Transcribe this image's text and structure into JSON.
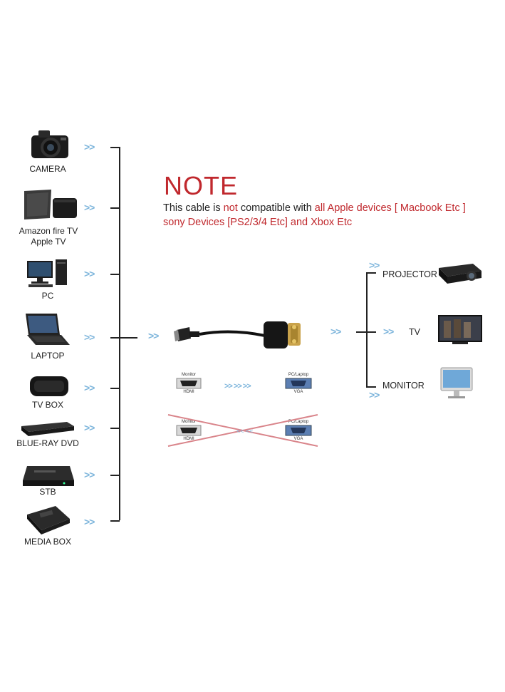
{
  "sources": [
    {
      "label": "CAMERA",
      "icon": "camera-icon"
    },
    {
      "label": "Amazon fire TV\nApple TV",
      "label_line1": "Amazon fire TV",
      "label_line2": "Apple TV",
      "icon": "streaming-box-icon"
    },
    {
      "label": "PC",
      "icon": "desktop-pc-icon"
    },
    {
      "label": "LAPTOP",
      "icon": "laptop-icon"
    },
    {
      "label": "TV BOX",
      "icon": "tv-box-icon"
    },
    {
      "label": "BLUE-RAY DVD",
      "icon": "dvd-player-icon"
    },
    {
      "label": "STB",
      "icon": "set-top-box-icon"
    },
    {
      "label": "MEDIA BOX",
      "icon": "media-box-icon"
    }
  ],
  "arrow_glyph": ">>",
  "note": {
    "title": "NOTE",
    "line1_a": "This cable is ",
    "line1_b": "not",
    "line1_c": " compatible with ",
    "line1_d": "all Apple devices [ Macbook Etc ]",
    "line2": "sony Devices [PS2/3/4 Etc] and Xbox Etc"
  },
  "outputs": [
    {
      "label": "PROJECTOR",
      "icon": "projector-icon"
    },
    {
      "label": "TV",
      "icon": "tv-icon"
    },
    {
      "label": "MONITOR",
      "icon": "monitor-icon"
    }
  ],
  "direction": {
    "valid": {
      "left_caption_top": "Monitor",
      "left_caption_bottom": "HDMI",
      "right_caption_top": "PC/Laptop",
      "right_caption_bottom": "VGA"
    },
    "invalid": {
      "left_caption_top": "Monitor",
      "left_caption_bottom": "HDMI",
      "right_caption_top": "PC/Laptop",
      "right_caption_bottom": "VGA"
    }
  },
  "colors": {
    "accent_red": "#c0282d",
    "arrow_blue": "#7fb6dc",
    "line": "#222222"
  }
}
